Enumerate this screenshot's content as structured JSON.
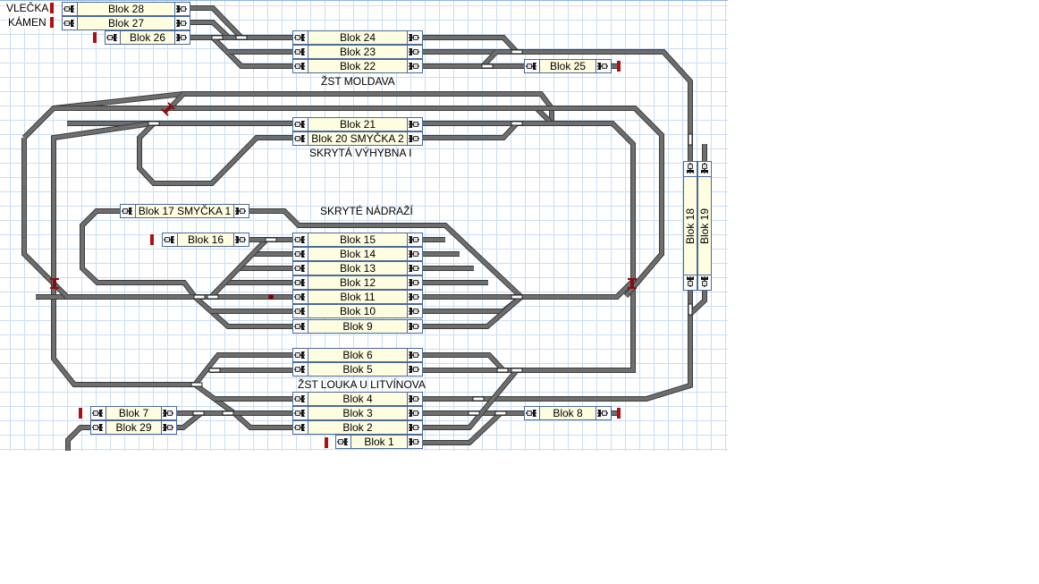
{
  "colors": {
    "track": "#6e6e6e",
    "track_edge": "#3c3c3c",
    "block_fill": "#fffde0",
    "block_border": "#4a6a9a",
    "bumper": "#b01010",
    "grid": "#c9def5"
  },
  "side_labels": [
    "VLEČKA",
    "KÁMEN"
  ],
  "stations": {
    "moldava": "ŽST MOLDAVA",
    "skryta_vyhybna": "SKRYTÁ VÝHYBNA I",
    "skryte_nadrazi": "SKRYTÉ NÁDRAŽÍ",
    "louka": "ŽST LOUKA U LITVÍNOVA"
  },
  "blocks": {
    "b28": "Blok 28",
    "b27": "Blok 27",
    "b26": "Blok 26",
    "b24": "Blok 24",
    "b23": "Blok 23",
    "b22": "Blok 22",
    "b25": "Blok 25",
    "b21": "Blok 21",
    "b20": "Blok 20 SMYČKA 2",
    "b17": "Blok 17 SMYČKA 1",
    "b16": "Blok 16",
    "b15": "Blok 15",
    "b14": "Blok 14",
    "b13": "Blok 13",
    "b12": "Blok 12",
    "b11": "Blok 11",
    "b10": "Blok 10",
    "b9": "Blok 9",
    "b6": "Blok 6",
    "b5": "Blok 5",
    "b4": "Blok 4",
    "b3": "Blok 3",
    "b2": "Blok 2",
    "b1": "Blok 1",
    "b7": "Blok 7",
    "b29": "Blok 29",
    "b8": "Blok 8",
    "b18": "Blok 18",
    "b19": "Blok 19"
  }
}
